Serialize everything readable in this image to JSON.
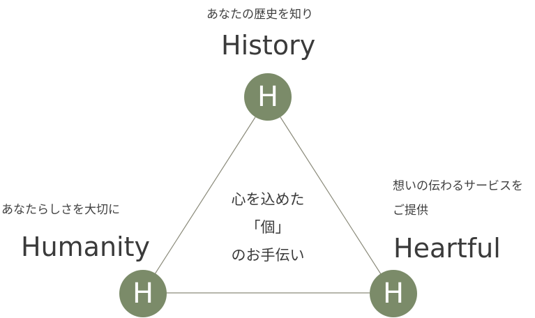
{
  "top": {
    "caption": "あなたの歴史を知り",
    "title": "History",
    "node_letter": "H"
  },
  "left": {
    "caption": "あなたらしさを大切に",
    "title": "Humanity",
    "node_letter": "H"
  },
  "right": {
    "caption_line1": "想いの伝わるサービスを",
    "caption_line2": "ご提供",
    "title": "Heartful",
    "node_letter": "H"
  },
  "center": {
    "line1": "心を込めた",
    "line2": "「個」",
    "line3": "のお手伝い"
  },
  "colors": {
    "node_fill": "#7b8b69",
    "line": "#8a8a7a",
    "text": "#3a3a3a"
  }
}
